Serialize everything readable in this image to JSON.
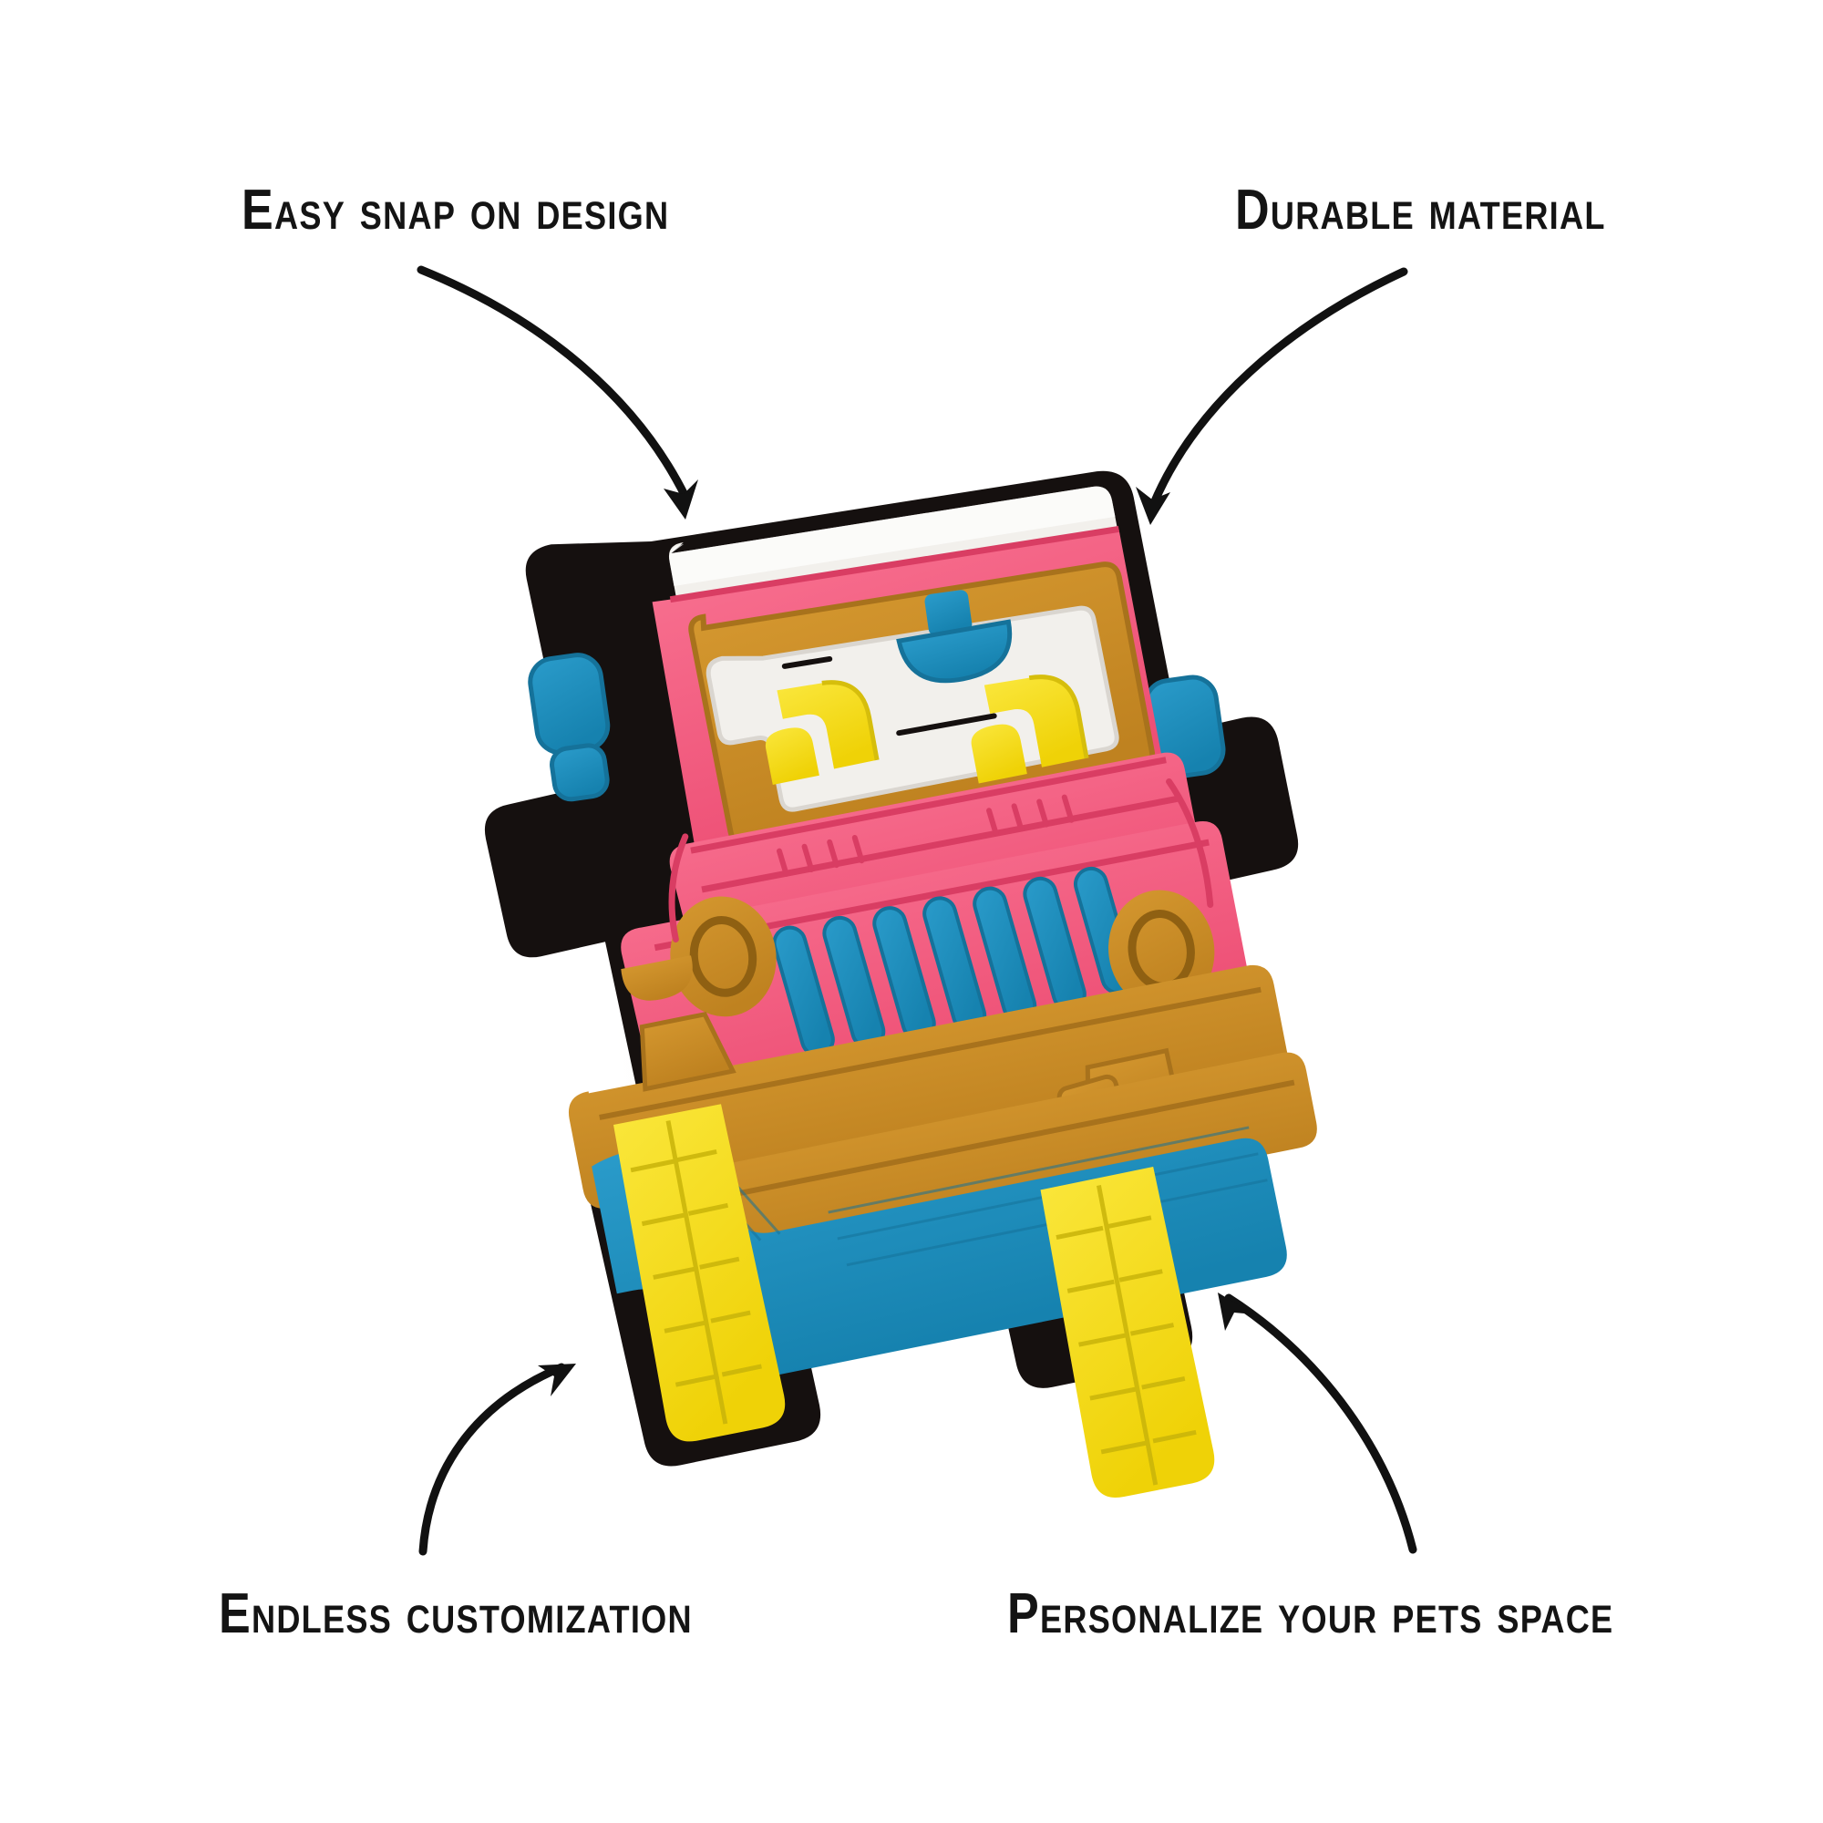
{
  "page": {
    "background_color": "#ffffff",
    "text_color": "#141414"
  },
  "labels": {
    "top_left": "Easy snap on design",
    "top_right": "Durable material",
    "bottom_left": "Endless customization",
    "bottom_right": "Personalize your pets space"
  },
  "arrows": [
    {
      "name": "arrow-top-left",
      "from": "Easy snap on design",
      "points_to": "product"
    },
    {
      "name": "arrow-top-right",
      "from": "Durable material",
      "points_to": "product"
    },
    {
      "name": "arrow-bottom-left",
      "from": "Endless customization",
      "points_to": "product"
    },
    {
      "name": "arrow-bottom-right",
      "from": "Personalize your pets space",
      "points_to": "product"
    }
  ],
  "product": {
    "name": "jeep-charm",
    "description": "Pink jeep rubber shoe charm",
    "colors": {
      "body_pink": "#F0577C",
      "body_pink_dark": "#D93D63",
      "trim_ochre": "#CB8E2A",
      "trim_ochre_dark": "#A8721C",
      "accent_blue": "#1D8FBE",
      "accent_blue_dark": "#15729A",
      "tire_yellow": "#F5DC16",
      "tire_yellow_dark": "#D6BE0C",
      "windshield_white": "#F2F0EC",
      "outline_black": "#15100F",
      "shadow": "#EDEAE6"
    },
    "parts": [
      "roof",
      "windshield",
      "steering-wheel",
      "seats",
      "hood",
      "grille",
      "headlights",
      "front-bumper",
      "side-mirror-left",
      "side-mirror-right",
      "wheel-front-left",
      "wheel-front-right",
      "chassis"
    ],
    "grille_slot_count": 7,
    "headlight_count": 2,
    "mirror_count": 2,
    "wheel_count": 2
  }
}
